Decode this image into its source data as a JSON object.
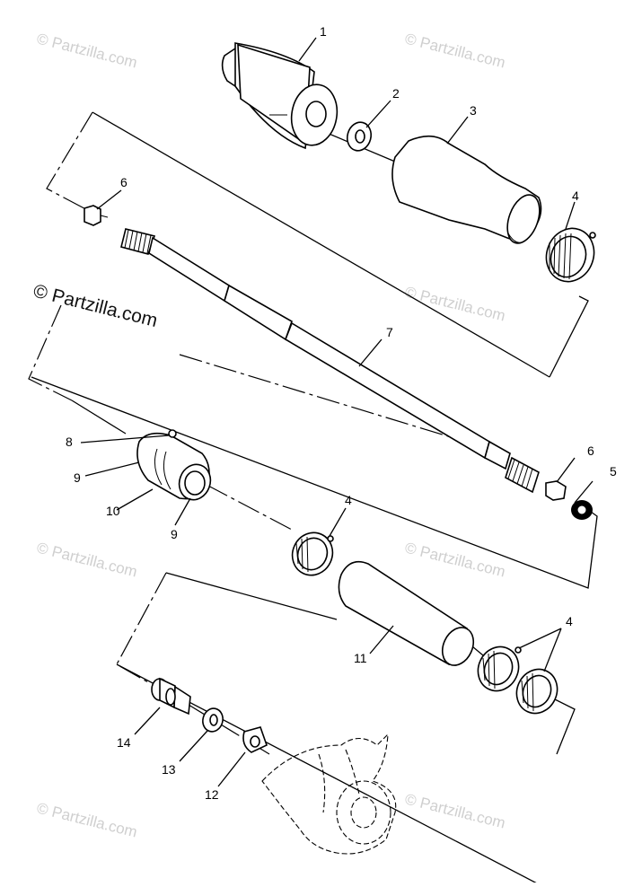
{
  "watermarks": {
    "prominent": "© Partzilla.com",
    "faint": "© Partzilla.com"
  },
  "callouts": {
    "c1": "1",
    "c2": "2",
    "c3": "3",
    "c4a": "4",
    "c4b": "4",
    "c4c": "4",
    "c5": "5",
    "c6a": "6",
    "c6b": "6",
    "c7": "7",
    "c8": "8",
    "c9a": "9",
    "c9b": "9",
    "c10": "10",
    "c11": "11",
    "c12": "12",
    "c13": "13",
    "c14": "14"
  }
}
